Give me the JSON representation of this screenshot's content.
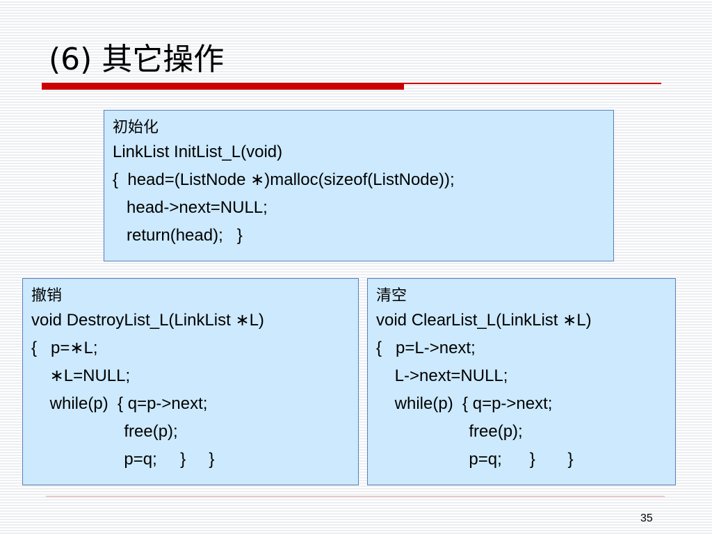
{
  "slide": {
    "title": "(6) 其它操作",
    "page_number": "35"
  },
  "boxes": {
    "init": {
      "label": "初始化",
      "lines": [
        "LinkList InitList_L(void)",
        "{  head=(ListNode ∗)malloc(sizeof(ListNode));",
        "   head->next=NULL;",
        "   return(head);   }"
      ]
    },
    "destroy": {
      "label": "撤销",
      "lines": [
        "void DestroyList_L(LinkList ∗L)",
        "{   p=∗L;",
        "    ∗L=NULL;",
        "    while(p)  { q=p->next;",
        "                    free(p);",
        "                    p=q;     }     }"
      ]
    },
    "clear": {
      "label": "清空",
      "lines": [
        "void ClearList_L(LinkList ∗L)",
        "{   p=L->next;",
        "    L->next=NULL;",
        "    while(p)  { q=p->next;",
        "                    free(p);",
        "                    p=q;      }       }"
      ]
    }
  }
}
